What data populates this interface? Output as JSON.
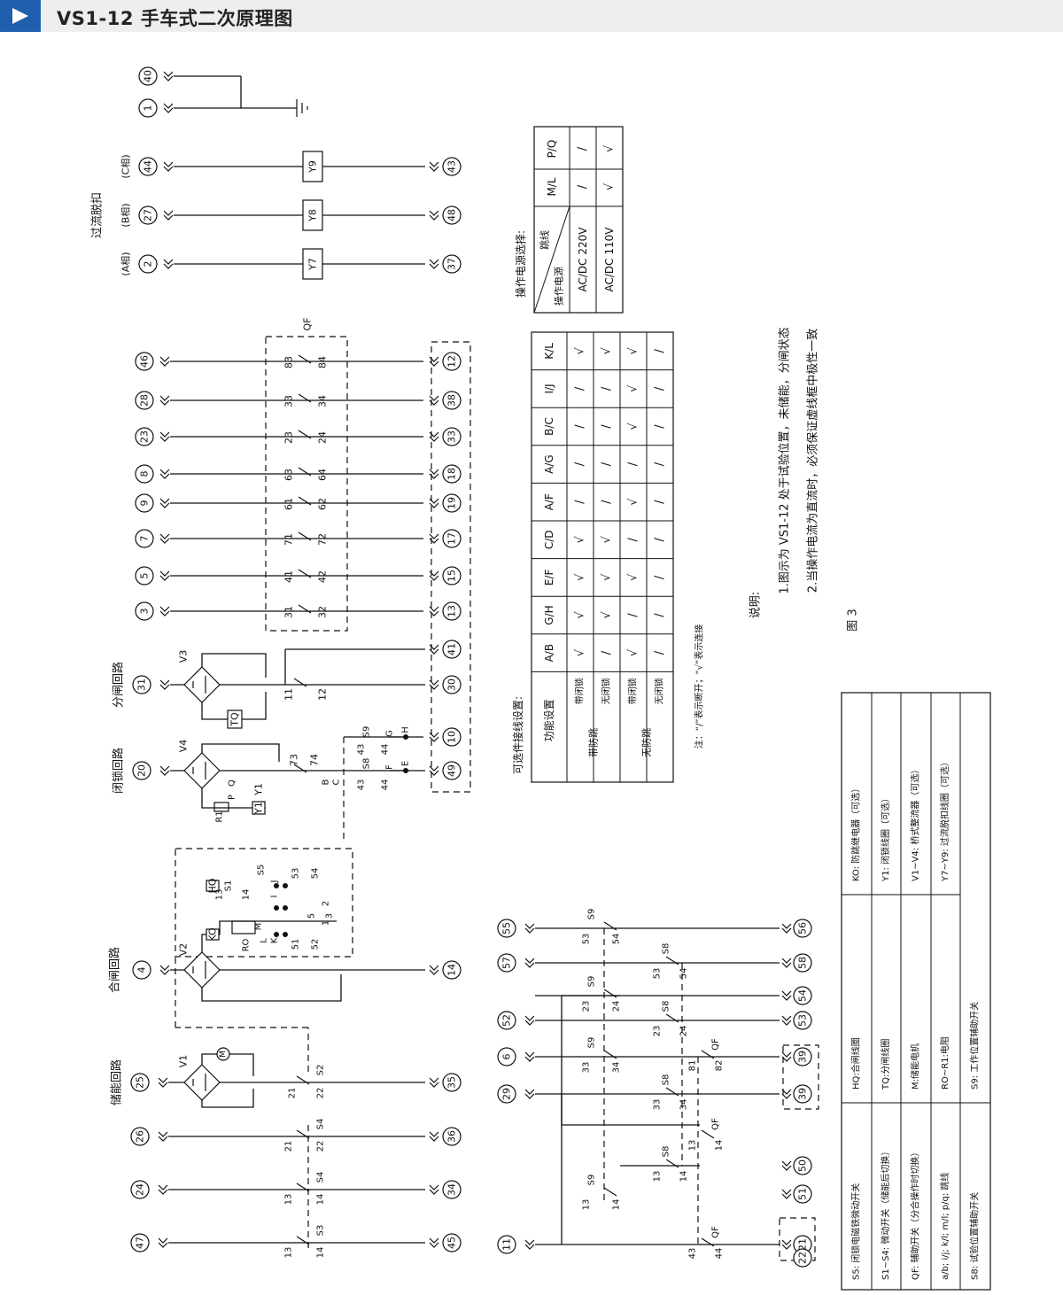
{
  "header": {
    "title": "VS1-12 手车式二次原理图",
    "colors": {
      "accent": "#1f5fae",
      "bar": "#eeeeef"
    }
  },
  "sections": {
    "overcurrent": "过流脱扣",
    "opening": "分闸回路",
    "locking": "闭锁回路",
    "closing": "合闸回路",
    "storage": "储能回路"
  },
  "phases": {
    "a": "(A相)",
    "b": "(B相)",
    "c": "(C相)"
  },
  "coils": {
    "y7": "Y7",
    "y8": "Y8",
    "y9": "Y9",
    "y1": "Y1",
    "tq": "TQ",
    "hq": "HQ",
    "ko": "KO",
    "m": "M",
    "qf": "QF"
  },
  "rectifiers": {
    "v1": "V1",
    "v2": "V2",
    "v3": "V3",
    "v4": "V4"
  },
  "terminals": {
    "t40": "40",
    "t1": "1",
    "t44": "44",
    "t43": "43",
    "t27": "27",
    "t48": "48",
    "t2": "2",
    "t37": "37",
    "t46": "46",
    "t12": "12",
    "t28": "28",
    "t38": "38",
    "t23": "23",
    "t33": "33",
    "t8": "8",
    "t18": "18",
    "t9": "9",
    "t19": "19",
    "t7": "7",
    "t17": "17",
    "t5": "5",
    "t15": "15",
    "t3": "3",
    "t13": "13",
    "t41": "41",
    "t31": "31",
    "t30": "30",
    "t10": "10",
    "t20": "20",
    "t49": "49",
    "t4": "4",
    "t14": "14",
    "t25": "25",
    "t35": "35",
    "t26": "26",
    "t36": "36",
    "t24": "24",
    "t34": "34",
    "t47": "47",
    "t45": "45",
    "t55": "55",
    "t56": "56",
    "t57": "57",
    "t58": "58",
    "t52": "52",
    "t54": "54",
    "t53": "53",
    "t6": "6",
    "t39": "39",
    "t29": "29",
    "t11": "11",
    "t50": "50",
    "t51": "51",
    "t21": "21",
    "t22": "22"
  },
  "qf_contacts": {
    "c83": "83",
    "c84": "84",
    "c33": "33",
    "c34": "34",
    "c23": "23",
    "c24": "24",
    "c63": "63",
    "c64": "64",
    "c61": "61",
    "c62": "62",
    "c71": "71",
    "c72": "72",
    "c41": "41",
    "c42": "42",
    "c31": "31",
    "c32": "32",
    "c11": "11",
    "c12": "12",
    "c73": "73",
    "c74": "74"
  },
  "switch_labels": {
    "s9": "S9",
    "s8": "S8",
    "s1": "S1",
    "s5": "S5",
    "s2": "S2",
    "s3": "S3",
    "s4": "S4",
    "r1": "R1",
    "ro": "RO",
    "n43": "43",
    "n44": "44",
    "n13": "13",
    "n14": "14",
    "n53": "53",
    "n54": "54",
    "n21": "21",
    "n22": "22",
    "n51": "51",
    "n52": "52",
    "n5": "5",
    "n2": "2",
    "n3": "3",
    "n1": "1",
    "n33": "33",
    "n34": "34",
    "n23": "23",
    "n24": "24",
    "n81": "81",
    "n82": "82",
    "lb": "B",
    "lc": "C",
    "le": "E",
    "lf": "F",
    "lg": "G",
    "lh": "H",
    "li": "I",
    "lj": "J",
    "lk": "K",
    "ll": "L",
    "lm": "M",
    "lp": "P",
    "lq": "Q"
  },
  "power_table": {
    "title": "操作电源选择:",
    "corner_top": "跳线",
    "corner_bottom": "操作电源",
    "cols": [
      "M/L",
      "P/Q"
    ],
    "rows": [
      {
        "label": "AC/DC  220V",
        "cells": [
          "/",
          "/"
        ]
      },
      {
        "label": "AC/DC  110V",
        "cells": [
          "√",
          "√"
        ]
      }
    ]
  },
  "options_table": {
    "title": "可选件接线设置:",
    "corner": "功能设置",
    "cols": [
      "K/L",
      "I/J",
      "B/C",
      "A/G",
      "A/F",
      "C/D",
      "E/F",
      "G/H",
      "A/B"
    ],
    "groups": [
      {
        "name": "带防跳",
        "rows": [
          {
            "label": "带闭锁",
            "cells": [
              "√",
              "/",
              "/",
              "/",
              "/",
              "√",
              "√",
              "√",
              "√"
            ]
          },
          {
            "label": "无闭锁",
            "cells": [
              "√",
              "/",
              "/",
              "/",
              "/",
              "√",
              "√",
              "√",
              "/"
            ]
          }
        ]
      },
      {
        "name": "无防跳",
        "rows": [
          {
            "label": "带闭锁",
            "cells": [
              "√",
              "√",
              "√",
              "/",
              "√",
              "/",
              "√",
              "/",
              "√"
            ]
          },
          {
            "label": "无闭锁",
            "cells": [
              "/",
              "/",
              "/",
              "/",
              "/",
              "/",
              "/",
              "/",
              "/"
            ]
          }
        ]
      }
    ],
    "extra_rows": [
      {
        "cells": [
          "/",
          "√",
          "/",
          "√",
          "√",
          "/",
          "/",
          "/",
          "/"
        ]
      }
    ],
    "note": "注：“/”表示断开；“√”表示连接"
  },
  "notes": {
    "title": "说明:",
    "n1": "1.图示为 VS1-12 处于试验位置，未储能，分闸状态",
    "n2": "2.当操作电流为直流时，必须保证虚线框中极性一致"
  },
  "figure_label": "图 3",
  "legend": {
    "left": [
      "S5: 闭锁电磁铁微动开关",
      "S1~S4: 微动开关（储能后切换）",
      "QF: 辅助开关（分合操作时切换）",
      "a/b; i/j; k/l; m/l; p/q: 跳线",
      "S8: 试验位置辅助开关"
    ],
    "mid": [
      "HQ:合闸线圈",
      "TQ:分闸线圈",
      "M:储能电机",
      "RO~R1:电阻",
      "S9: 工作位置辅助开关"
    ],
    "right": [
      "KO: 防跳继电器（可选）",
      "Y1: 闭锁线圈（可选）",
      "V1~V4: 桥式整流器（可选）",
      "Y7~Y9: 过流脱扣线圈（可选）"
    ]
  }
}
